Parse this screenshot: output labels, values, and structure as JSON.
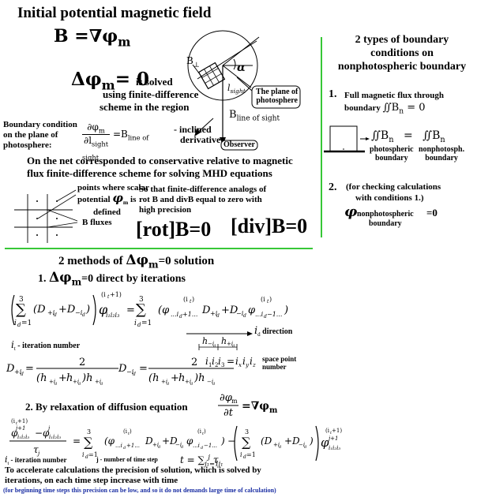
{
  "title": "Initial potential magnetic field",
  "top": {
    "eq_B": "B =∇φ",
    "eq_B_sub": "m",
    "laplace": "Δφ",
    "laplace_sub": "m",
    "laplace_rhs": "= 0",
    "is_solved": "is solved",
    "using_fd": "using finite-difference",
    "scheme_region": "scheme in the region",
    "boundary_label_1": "Boundary condition",
    "boundary_label_2": "on the plane of",
    "boundary_label_3": "photosphere:",
    "bc_num": "∂φ",
    "bc_num_sub": "m",
    "bc_den": "∂l",
    "bc_den_sub": "sight",
    "bc_rhs": "=B",
    "bc_rhs_sub1": "line of",
    "bc_rhs_sub2": "sight",
    "inclined": "- inclined",
    "derivative": "derivative",
    "b_perp": "B",
    "b_perp_sub": "⊥",
    "alpha": "α",
    "l_sight": "l",
    "l_sight_sub": "sight",
    "plane_box_1": "The plane of",
    "plane_box_2": "photosphere",
    "b_los": "B",
    "b_los_sub": "line of sight",
    "observer": "Observer",
    "net_line_1": "On the net corresponded to conservative relative to magnetic",
    "net_line_2": "flux finite-difference scheme for solving MHD equations",
    "points_1": "points where scalar",
    "points_2": "potential",
    "points_phi": "φ",
    "points_phi_sub": "m",
    "points_is": "is",
    "points_3": "defined",
    "b_fluxes": "B fluxes",
    "so_that_1": "So that finite-difference analogs of",
    "so_that_2": "rot B and divB equal to zero with",
    "so_that_3": "high precision",
    "rot": "[rot]B=0",
    "div": "[div]B=0"
  },
  "right": {
    "heading_1": "2 types of boundary",
    "heading_2": "conditions on",
    "heading_3": "nonphotospheric boundary",
    "item1_num": "1.",
    "item1_text_1": "Full magnetic flux through",
    "item1_text_2": "boundary",
    "item1_eq": "∬B",
    "item1_eq_sub": "n",
    "item1_eq_rhs": " = 0",
    "flux_left": "∬B",
    "flux_left_sub": "n",
    "flux_eq": "=",
    "flux_right": "∬B",
    "flux_right_sub": "n",
    "photospheric_1": "photospheric",
    "photospheric_2": "boundary",
    "nonphoto_1": "nonphotosph.",
    "nonphoto_2": "boundary",
    "item2_num": "2.",
    "item2_text_1": "(for checking calculations",
    "item2_text_2": "with conditions 1.)",
    "item2_phi": "φ",
    "item2_sub_1": "nonphotospheric",
    "item2_sub_2": "boundary",
    "item2_rhs": "=0"
  },
  "bottom": {
    "methods_pre": "2 methods of",
    "methods_phi": "Δφ",
    "methods_sub": "m",
    "methods_post": "=0 solution",
    "m1_num": "1.",
    "m1_phi": "Δφ",
    "m1_sub": "m",
    "m1_post": "=0  direct by iterations",
    "iter_lhs": "(∑(D+D))φ",
    "it_label": "i",
    "it_label_sub": "t",
    "it_text": "- iteration  number",
    "id_direction": "i",
    "id_direction_sub": "d",
    "id_direction_text": "direction",
    "space_point_1": "space point",
    "space_point_2": "number",
    "space_point_eq": "i₁i₂i₃ = iₓi_yi_z",
    "dplus_lhs": "D",
    "dplus_num": "2",
    "dminus_lhs": "D",
    "dminus_num": "2",
    "m2": "2. By relaxation of diffusion equation",
    "m2_eq_rhs": "=∇φ",
    "m2_eq_sub": "m",
    "it_label2": "i",
    "it_label2_sub": "t",
    "it_text2": "- iteration  number",
    "j_text": "j - number of time step",
    "t_eq": "t =",
    "accel_1": "To accelerate calculations the precision of solution, which is solved by",
    "accel_2": "iterations, on each time step increase with time",
    "note": "(for beginning time steps this precision can be low, and so it do not demands large time of calculation)"
  },
  "colors": {
    "divider": "#37c737",
    "note": "#1a2ea3",
    "accent_box": "#000000"
  }
}
